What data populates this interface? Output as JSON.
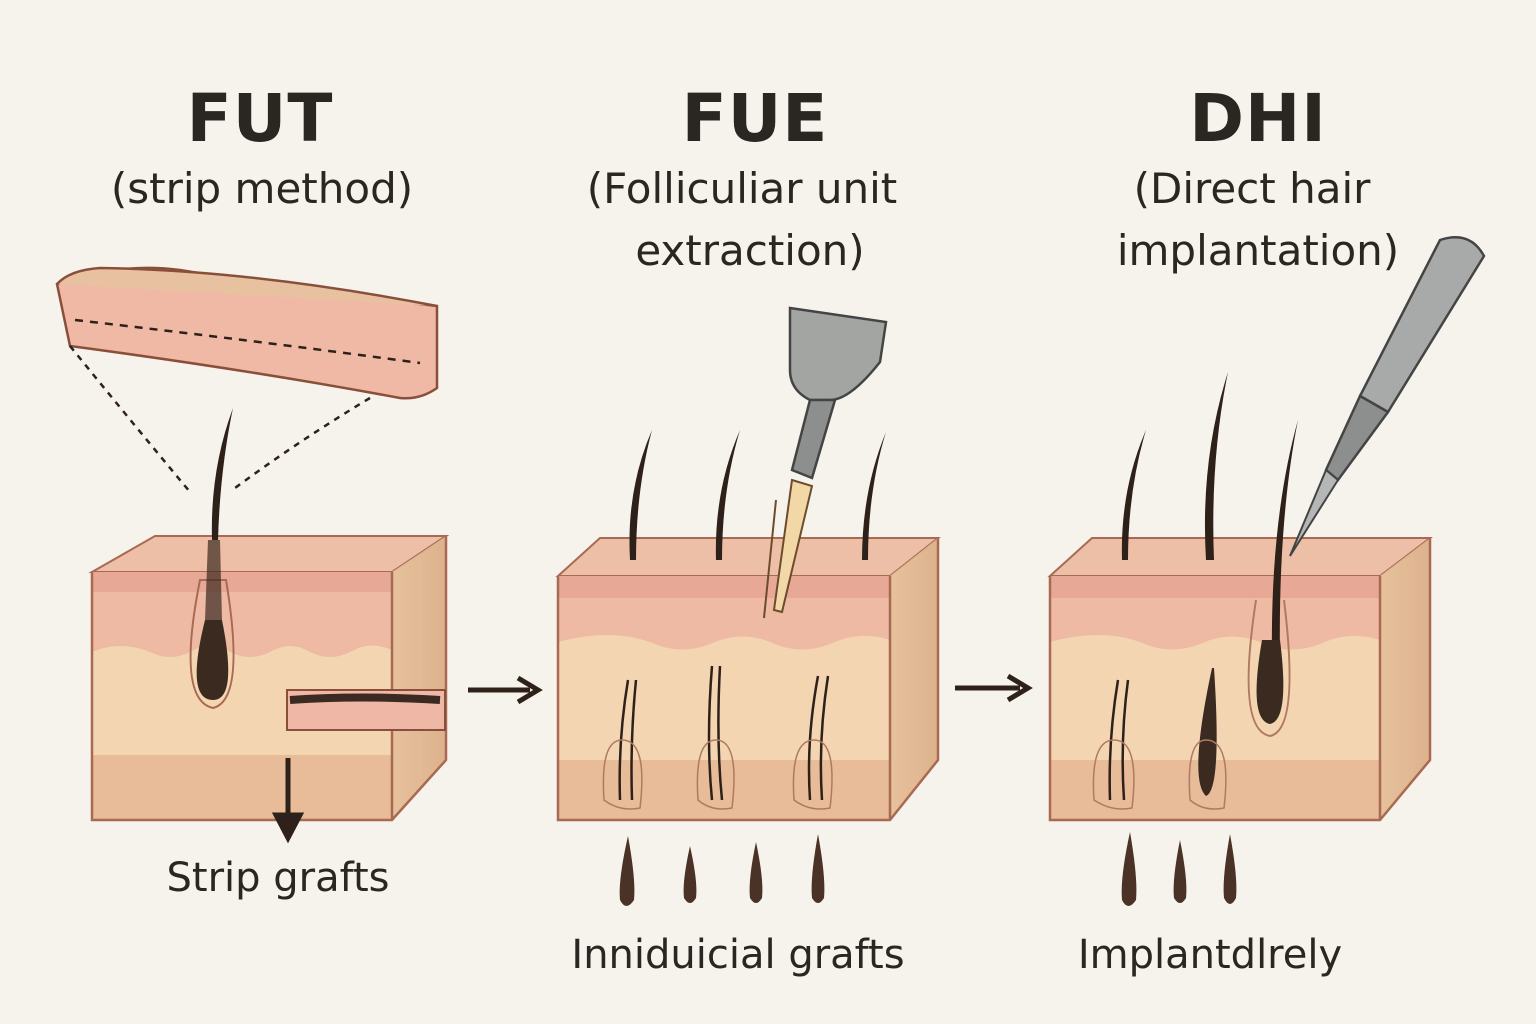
{
  "panels": [
    {
      "title": "FUT",
      "subtitle_lines": [
        "(strip method)"
      ],
      "caption": "Strip grafts"
    },
    {
      "title": "FUE",
      "subtitle_lines": [
        "(Folliculiar unit",
        "extraction)"
      ],
      "caption": "Inniduicial grafts"
    },
    {
      "title": "DHI",
      "subtitle_lines": [
        "(Direct hair",
        "implantation)"
      ],
      "caption": "Implantdlrely"
    }
  ],
  "colors": {
    "background": "#f6f3ec",
    "epidermis": "#eab7a3",
    "dermis": "#f2d3b0",
    "subcutis": "#e8bd9c",
    "outline": "#9b5a44",
    "hair": "#2e211a",
    "tool": "#9a9c9b"
  }
}
